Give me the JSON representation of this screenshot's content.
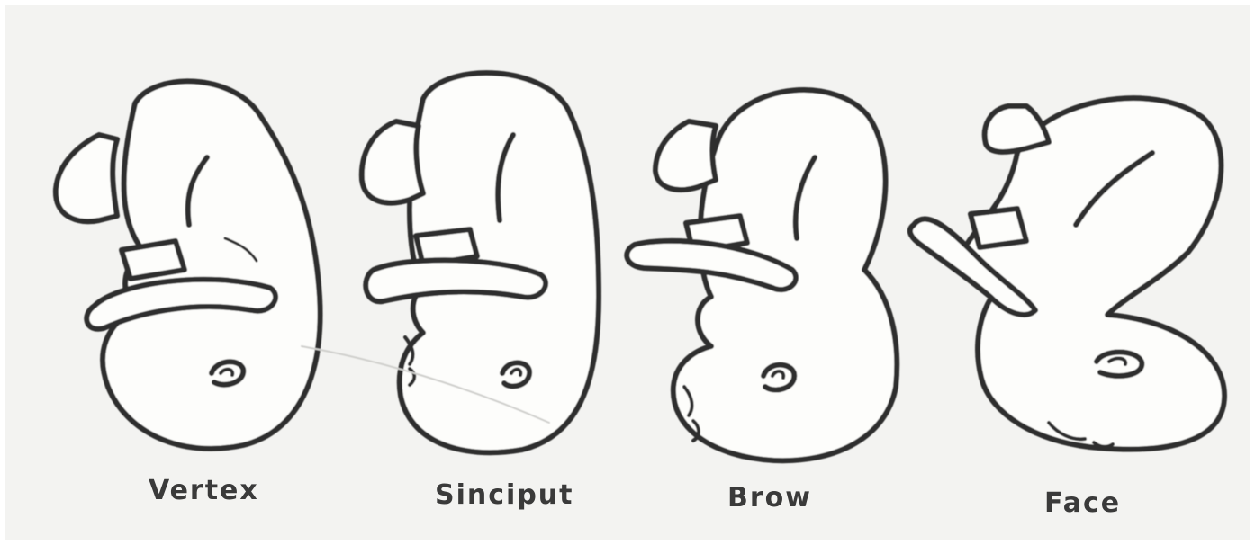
{
  "figure": {
    "panels": [
      {
        "id": "vertex",
        "label": "Vertex"
      },
      {
        "id": "sinciput",
        "label": "Sinciput"
      },
      {
        "id": "brow",
        "label": "Brow"
      },
      {
        "id": "face",
        "label": "Face"
      }
    ]
  },
  "colors": {
    "background": "#f3f3f1",
    "ink": "#2e2e2e",
    "label": "#3a3a3a"
  }
}
